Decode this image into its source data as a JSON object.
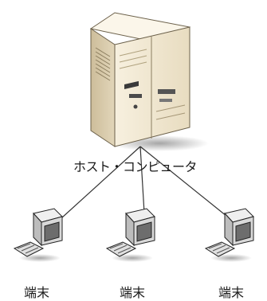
{
  "host": {
    "label": "ホスト・コンピュータ",
    "icon": "server-tower-icon"
  },
  "terminals": [
    {
      "label": "端末",
      "icon": "terminal-computer-icon"
    },
    {
      "label": "端末",
      "icon": "terminal-computer-icon"
    },
    {
      "label": "端末",
      "icon": "terminal-computer-icon"
    }
  ],
  "colors": {
    "server_front": "#f3ead6",
    "server_side": "#d6c8a8",
    "server_top": "#fbf6ea",
    "monitor_body": "#d9d9d9",
    "monitor_dark": "#2e2e2e",
    "screen": "#6d6d6d",
    "line": "#333333"
  }
}
